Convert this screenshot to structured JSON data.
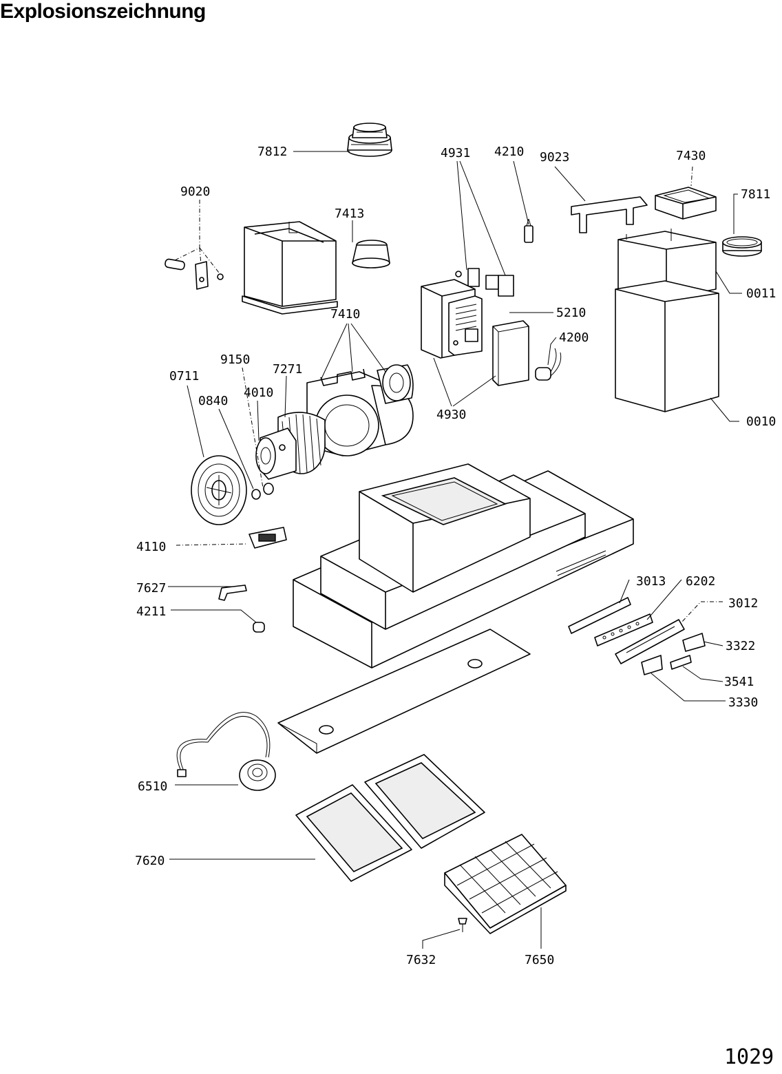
{
  "title": "Explosionszeichnung",
  "page_number": "1029",
  "labels": {
    "p7812": "7812",
    "p4931": "4931",
    "p4210": "4210",
    "p9023": "9023",
    "p7430": "7430",
    "p7811": "7811",
    "p9020": "9020",
    "p7413": "7413",
    "p0011": "0011",
    "p7410": "7410",
    "p5210": "5210",
    "p4200": "4200",
    "p9150": "9150",
    "p7271": "7271",
    "p0711": "0711",
    "p4010": "4010",
    "p0840": "0840",
    "p4930": "4930",
    "p0010": "0010",
    "p4110": "4110",
    "p3013": "3013",
    "p6202": "6202",
    "p3012": "3012",
    "p7627": "7627",
    "p4211": "4211",
    "p3322": "3322",
    "p3541": "3541",
    "p3330": "3330",
    "p6510": "6510",
    "p7620": "7620",
    "p7632": "7632",
    "p7650": "7650"
  }
}
